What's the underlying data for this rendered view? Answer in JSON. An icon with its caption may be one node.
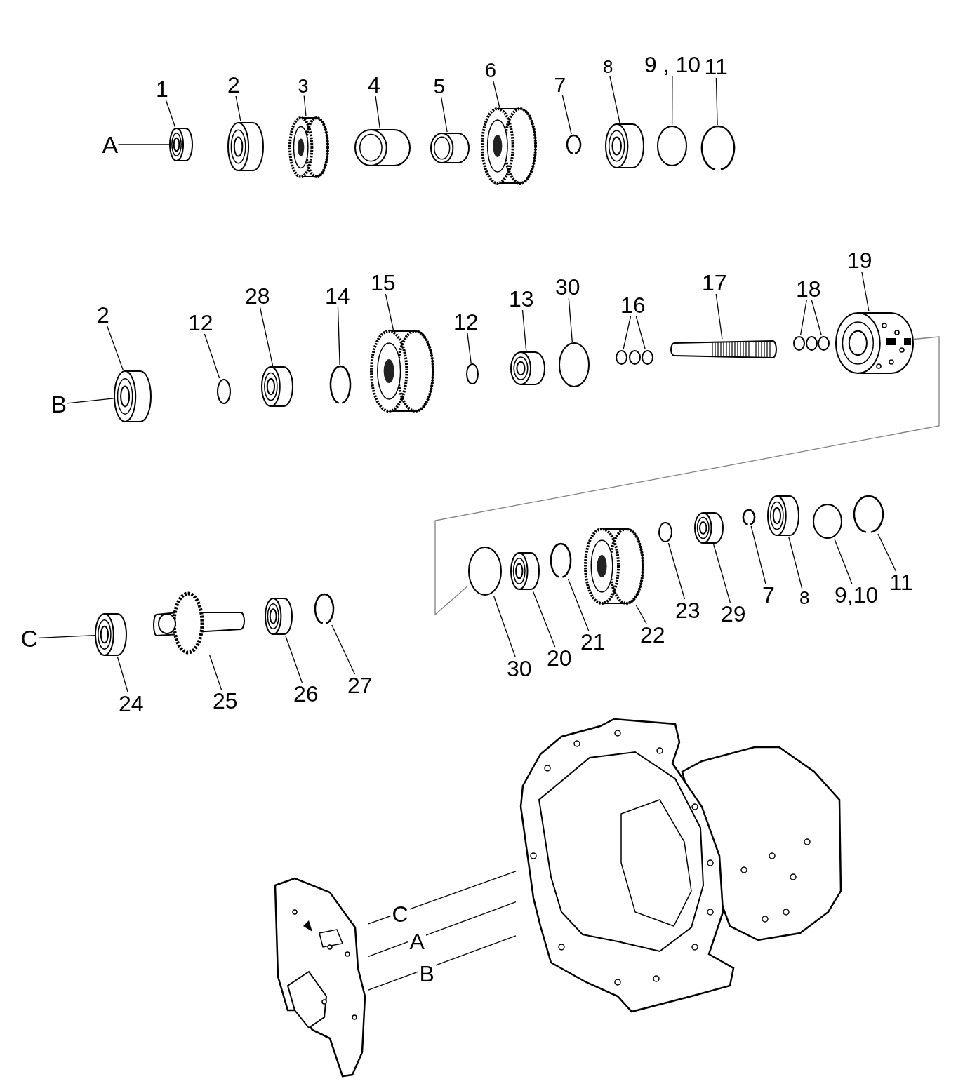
{
  "diagram": {
    "nodes": [
      {
        "text": [
          "A"
        ]
      },
      {
        "text": [
          "1"
        ]
      },
      {
        "text": [],
        "shape": "cylinder"
      },
      {
        "text": [
          "2"
        ]
      },
      {
        "text": [],
        "shape": "cylinder"
      },
      {
        "text": [
          "3"
        ]
      },
      {
        "text": [],
        "shape": "picture"
      },
      {
        "text": [
          "4"
        ]
      },
      {
        "text": [],
        "shape": "cylinder"
      },
      {
        "text": [
          "5"
        ]
      },
      {
        "text": [],
        "shape": "cylinder"
      },
      {
        "text": [
          "6"
        ]
      },
      {
        "text": [],
        "shape": "picture"
      },
      {
        "text": [
          "7"
        ]
      },
      {
        "text": [],
        "shape": "picture"
      },
      {
        "text": [
          "8"
        ]
      },
      {
        "text": [],
        "shape": "cylinder"
      },
      {
        "text": [
          "9 , 10"
        ]
      },
      {
        "text": [],
        "shape": "circle"
      },
      {
        "text": [
          "11"
        ]
      },
      {
        "text": [],
        "shape": "picture"
      },
      {
        "text": [
          "2"
        ]
      },
      {
        "text": [],
        "shape": "cylinder"
      },
      {
        "text": [
          "B"
        ]
      },
      {
        "text": [
          "12"
        ]
      },
      {
        "text": [],
        "shape": "circle"
      },
      {
        "text": [
          "28"
        ]
      },
      {
        "text": [],
        "shape": "cylinder"
      },
      {
        "text": [
          "14"
        ]
      },
      {
        "text": [],
        "shape": "picture"
      },
      {
        "text": [
          "15"
        ]
      },
      {
        "text": [],
        "shape": "picture"
      },
      {
        "text": [
          "12"
        ]
      },
      {
        "text": [],
        "shape": "circle"
      },
      {
        "text": [
          "13"
        ]
      },
      {
        "text": [],
        "shape": "cylinder"
      },
      {
        "text": [
          "30"
        ]
      },
      {
        "text": [],
        "shape": "circle"
      },
      {
        "text": [
          "16"
        ]
      },
      {
        "text": [],
        "shape": "circle"
      },
      {
        "text": [],
        "shape": "circle"
      },
      {
        "text": [],
        "shape": "circle"
      },
      {
        "text": [
          "17"
        ]
      },
      {
        "text": [],
        "shape": "picture"
      },
      {
        "text": [
          "18"
        ]
      },
      {
        "text": [],
        "shape": "circle"
      },
      {
        "text": [],
        "shape": "circle"
      },
      {
        "text": [],
        "shape": "circle"
      },
      {
        "text": [
          "19"
        ]
      },
      {
        "text": [],
        "shape": "picture"
      },
      {
        "text": [],
        "shape": "circle"
      },
      {
        "text": [
          "30"
        ]
      },
      {
        "text": [],
        "shape": "cylinder"
      },
      {
        "text": [
          "20"
        ]
      },
      {
        "text": [],
        "shape": "picture"
      },
      {
        "text": [
          "21"
        ]
      },
      {
        "text": [],
        "shape": "picture"
      },
      {
        "text": [
          "22"
        ]
      },
      {
        "text": [],
        "shape": "circle"
      },
      {
        "text": [
          "23"
        ]
      },
      {
        "text": [],
        "shape": "cylinder"
      },
      {
        "text": [
          "29"
        ]
      },
      {
        "text": [],
        "shape": "picture"
      },
      {
        "text": [
          "7"
        ]
      },
      {
        "text": [],
        "shape": "cylinder"
      },
      {
        "text": [
          "8"
        ]
      },
      {
        "text": [],
        "shape": "circle"
      },
      {
        "text": [
          "9,10"
        ]
      },
      {
        "text": [],
        "shape": "picture"
      },
      {
        "text": [
          "11"
        ]
      },
      {
        "text": [
          "C"
        ]
      },
      {
        "text": [],
        "shape": "cylinder"
      },
      {
        "text": [
          "24"
        ]
      },
      {
        "text": [],
        "shape": "picture"
      },
      {
        "text": [
          "25"
        ]
      },
      {
        "text": [],
        "shape": "cylinder"
      },
      {
        "text": [
          "26"
        ]
      },
      {
        "text": [],
        "shape": "picture"
      },
      {
        "text": [
          "27"
        ]
      },
      {
        "text": [],
        "shape": "picture"
      },
      {
        "text": [],
        "shape": "picture"
      }
    ],
    "edges": [
      {
        "from": 0,
        "to": 2,
        "arrow": "none"
      },
      {
        "from": 1,
        "to": 2,
        "arrow": "none"
      },
      {
        "from": 3,
        "to": 4,
        "arrow": "none"
      },
      {
        "from": 5,
        "to": 6,
        "arrow": "none"
      },
      {
        "from": 7,
        "to": 8,
        "arrow": "none"
      },
      {
        "from": 9,
        "to": 10,
        "arrow": "none"
      },
      {
        "from": 11,
        "to": 12,
        "arrow": "none"
      },
      {
        "from": 13,
        "to": 14,
        "arrow": "none"
      },
      {
        "from": 15,
        "to": 16,
        "arrow": "none"
      },
      {
        "from": 17,
        "to": 18,
        "arrow": "none"
      },
      {
        "from": 19,
        "to": 20,
        "arrow": "none"
      },
      {
        "from": 21,
        "to": 22,
        "arrow": "none"
      },
      {
        "from": 23,
        "to": 22,
        "arrow": "none"
      },
      {
        "from": 24,
        "to": 25,
        "arrow": "none"
      },
      {
        "from": 26,
        "to": 27,
        "arrow": "none"
      },
      {
        "from": 28,
        "to": 29,
        "arrow": "none"
      },
      {
        "from": 30,
        "to": 31,
        "arrow": "none"
      },
      {
        "from": 32,
        "to": 33,
        "arrow": "none"
      },
      {
        "from": 34,
        "to": 35,
        "arrow": "none"
      },
      {
        "from": 36,
        "to": 37,
        "arrow": "none"
      },
      {
        "from": 38,
        "to": 39,
        "arrow": "none"
      },
      {
        "from": 38,
        "to": 41,
        "arrow": "none"
      },
      {
        "from": 42,
        "to": 43,
        "arrow": "none"
      },
      {
        "from": 44,
        "to": 45,
        "arrow": "none"
      },
      {
        "from": 44,
        "to": 47,
        "arrow": "none"
      },
      {
        "from": 48,
        "to": 49,
        "arrow": "none"
      },
      {
        "from": 49,
        "to": 50,
        "arrow": "none",
        "color": "#808080"
      },
      {
        "from": 51,
        "to": 50,
        "arrow": "none"
      },
      {
        "from": 53,
        "to": 52,
        "arrow": "none"
      },
      {
        "from": 55,
        "to": 54,
        "arrow": "none"
      },
      {
        "from": 57,
        "to": 56,
        "arrow": "none"
      },
      {
        "from": 59,
        "to": 58,
        "arrow": "none"
      },
      {
        "from": 61,
        "to": 60,
        "arrow": "none"
      },
      {
        "from": 63,
        "to": 62,
        "arrow": "none"
      },
      {
        "from": 65,
        "to": 64,
        "arrow": "none"
      },
      {
        "from": 67,
        "to": 66,
        "arrow": "none"
      },
      {
        "from": 69,
        "to": 68,
        "arrow": "none"
      },
      {
        "from": 70,
        "to": 71,
        "arrow": "none"
      },
      {
        "from": 72,
        "to": 71,
        "arrow": "none"
      },
      {
        "from": 74,
        "to": 73,
        "arrow": "none"
      },
      {
        "from": 76,
        "to": 75,
        "arrow": "none"
      },
      {
        "from": 78,
        "to": 77,
        "arrow": "none"
      },
      {
        "from": 79,
        "to": 80,
        "arrow": "none",
        "label": "C"
      },
      {
        "from": 79,
        "to": 80,
        "arrow": "none",
        "label": "A"
      },
      {
        "from": 79,
        "to": 80,
        "arrow": "none",
        "label": "B"
      }
    ]
  }
}
